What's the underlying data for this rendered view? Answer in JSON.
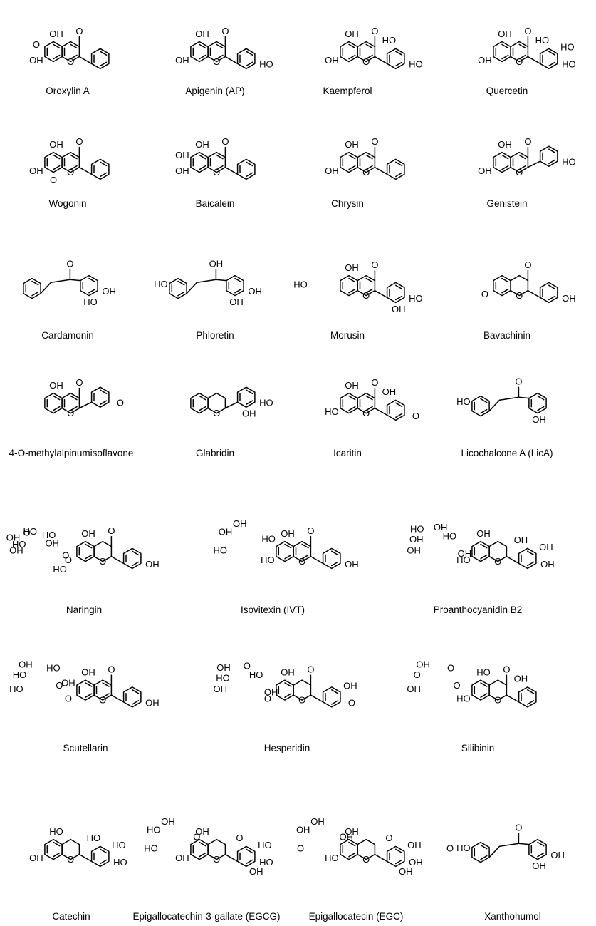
{
  "figure": {
    "compounds": [
      {
        "name": "Oroxylin A",
        "kind": "flavone",
        "sub": {
          "r5": "OH",
          "r6": "O",
          "r7": "OH"
        },
        "extra_labels": []
      },
      {
        "name": "Apigenin (AP)",
        "kind": "flavone",
        "sub": {
          "r5": "OH",
          "r7": "OH",
          "r4p": "HO"
        },
        "extra_labels": []
      },
      {
        "name": "Kaempferol",
        "kind": "flavonol",
        "sub": {
          "r3": "HO",
          "r5": "OH",
          "r7": "OH",
          "r4p": "HO"
        },
        "extra_labels": []
      },
      {
        "name": "Quercetin",
        "kind": "flavonol",
        "sub": {
          "r3": "HO",
          "r5": "OH",
          "r7": "OH",
          "r3p": "HO",
          "r4p": "HO"
        },
        "extra_labels": []
      },
      {
        "name": "Wogonin",
        "kind": "flavone",
        "sub": {
          "r5": "OH",
          "r7": "OH",
          "r8": "O"
        },
        "extra_labels": []
      },
      {
        "name": "Baicalein",
        "kind": "flavone",
        "sub": {
          "r5": "OH",
          "r6": "OH",
          "r7": "OH"
        },
        "extra_labels": []
      },
      {
        "name": "Chrysin",
        "kind": "flavone",
        "sub": {
          "r5": "OH",
          "r7": "OH"
        },
        "extra_labels": []
      },
      {
        "name": "Genistein",
        "kind": "isoflavone",
        "sub": {
          "r5": "OH",
          "r7": "OH",
          "r4p": "HO"
        },
        "extra_labels": []
      },
      {
        "name": "Cardamonin",
        "kind": "chalcone",
        "sub": {
          "ra": "O",
          "rb": "HO",
          "rc": "OH"
        },
        "extra_labels": []
      },
      {
        "name": "Phloretin",
        "kind": "dihydrochalcone",
        "sub": {
          "rp": "HO",
          "ra": "OH",
          "rb": "OH",
          "rc": "OH"
        },
        "extra_labels": []
      },
      {
        "name": "Morusin",
        "kind": "flavone",
        "sub": {
          "r5": "OH",
          "r2p": "OH",
          "r4p": "HO"
        },
        "extra_labels": [
          "HO"
        ]
      },
      {
        "name": "Bavachinin",
        "kind": "flavanone",
        "sub": {
          "r7": "O",
          "r4p": "OH"
        },
        "extra_labels": []
      },
      {
        "name": "4-O-methylalpinumisoflavone",
        "kind": "isoflavone",
        "sub": {
          "r5": "OH",
          "r4p": "O"
        },
        "extra_labels": []
      },
      {
        "name": "Glabridin",
        "kind": "isoflavan",
        "sub": {
          "r2p": "OH",
          "r4p": "HO"
        },
        "extra_labels": []
      },
      {
        "name": "Icaritin",
        "kind": "flavonol",
        "sub": {
          "r3": "OH",
          "r5": "OH",
          "r7": "HO",
          "r4p": "O"
        },
        "extra_labels": []
      },
      {
        "name": "Licochalcone A (LicA)",
        "kind": "chalcone",
        "sub": {
          "rp": "HO",
          "ra": "O",
          "rb": "OH"
        },
        "extra_labels": []
      },
      {
        "name": "Naringin",
        "kind": "flavanone",
        "sub": {
          "r5": "OH",
          "r7": "O",
          "r4p": "OH"
        },
        "extra_labels": [
          "OH",
          "HO",
          "OH",
          "O",
          "HO",
          "HO",
          "OH",
          "O",
          "HO"
        ]
      },
      {
        "name": "Isovitexin (IVT)",
        "kind": "flavone",
        "sub": {
          "r5": "OH",
          "r7": "HO",
          "r4p": "OH"
        },
        "extra_labels": [
          "HO",
          "OH",
          "OH",
          "HO"
        ]
      },
      {
        "name": "Proanthocyanidin B2",
        "kind": "flavan",
        "sub": {
          "r3": "OH",
          "r5": "OH",
          "r7": "HO",
          "r3p": "OH",
          "r4p": "OH"
        },
        "extra_labels": [
          "OH",
          "OH",
          "HO",
          "OH",
          "HO",
          "OH"
        ]
      },
      {
        "name": "Scutellarin",
        "kind": "flavone",
        "sub": {
          "r5": "OH",
          "r6": "OH",
          "r7": "O",
          "r4p": "OH"
        },
        "extra_labels": [
          "HO",
          "HO",
          "OH",
          "HO",
          "O"
        ]
      },
      {
        "name": "Hesperidin",
        "kind": "flavanone",
        "sub": {
          "r5": "OH",
          "r7": "O",
          "r3p": "OH",
          "r4p": "O"
        },
        "extra_labels": [
          "OH",
          "HO",
          "OH",
          "O",
          "HO",
          "OH"
        ]
      },
      {
        "name": "Silibinin",
        "kind": "flavanonol",
        "sub": {
          "r3": "OH",
          "r5": "HO",
          "r7": "HO"
        },
        "extra_labels": [
          "OH",
          "O",
          "OH",
          "O",
          "O"
        ]
      },
      {
        "name": "Catechin",
        "kind": "flavan",
        "sub": {
          "r3": "HO",
          "r5": "HO",
          "r7": "OH",
          "r3p": "HO",
          "r4p": "HO"
        },
        "extra_labels": []
      },
      {
        "name": "Epigallocatechin-3-gallate (EGCG)",
        "kind": "flavan",
        "sub": {
          "r3": "O",
          "r5": "OH",
          "r7": "OH",
          "r3p": "HO",
          "r4p": "HO",
          "r5p": "OH"
        },
        "extra_labels": [
          "HO",
          "HO",
          "OH",
          "O"
        ]
      },
      {
        "name": "Epigallocatecin (EGC)",
        "kind": "flavan",
        "sub": {
          "r3": "O",
          "r5": "OH",
          "r7": "HO",
          "r3p": "OH",
          "r4p": "OH",
          "r5p": "OH"
        },
        "extra_labels": [
          "O",
          "OH",
          "OH",
          "OH"
        ]
      },
      {
        "name": "Xanthohumol",
        "kind": "chalcone",
        "sub": {
          "rp": "HO",
          "ra": "O",
          "rb": "OH",
          "rc": "OH"
        },
        "extra_labels": [
          "O"
        ]
      }
    ]
  }
}
